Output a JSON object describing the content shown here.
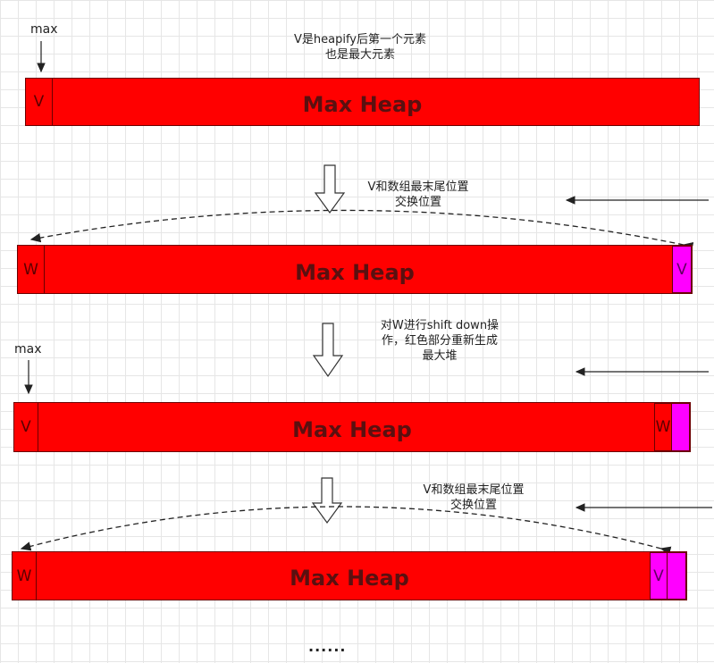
{
  "labels": {
    "max": "max"
  },
  "notes": {
    "n1": [
      "V是heapify后第一个元素",
      "也是最大元素"
    ],
    "n2": [
      "V和数组最末尾位置",
      "交换位置"
    ],
    "n3": [
      "对W进行shift down操",
      "作，红色部分重新生成",
      "最大堆"
    ],
    "n4": [
      "V和数组最末尾位置",
      "交换位置"
    ]
  },
  "heap_label": "Max Heap",
  "cells": {
    "v": "V",
    "w": "W"
  },
  "ellipsis": "......",
  "colors": {
    "heap": "#ff0000",
    "sorted": "#ff00ff"
  }
}
